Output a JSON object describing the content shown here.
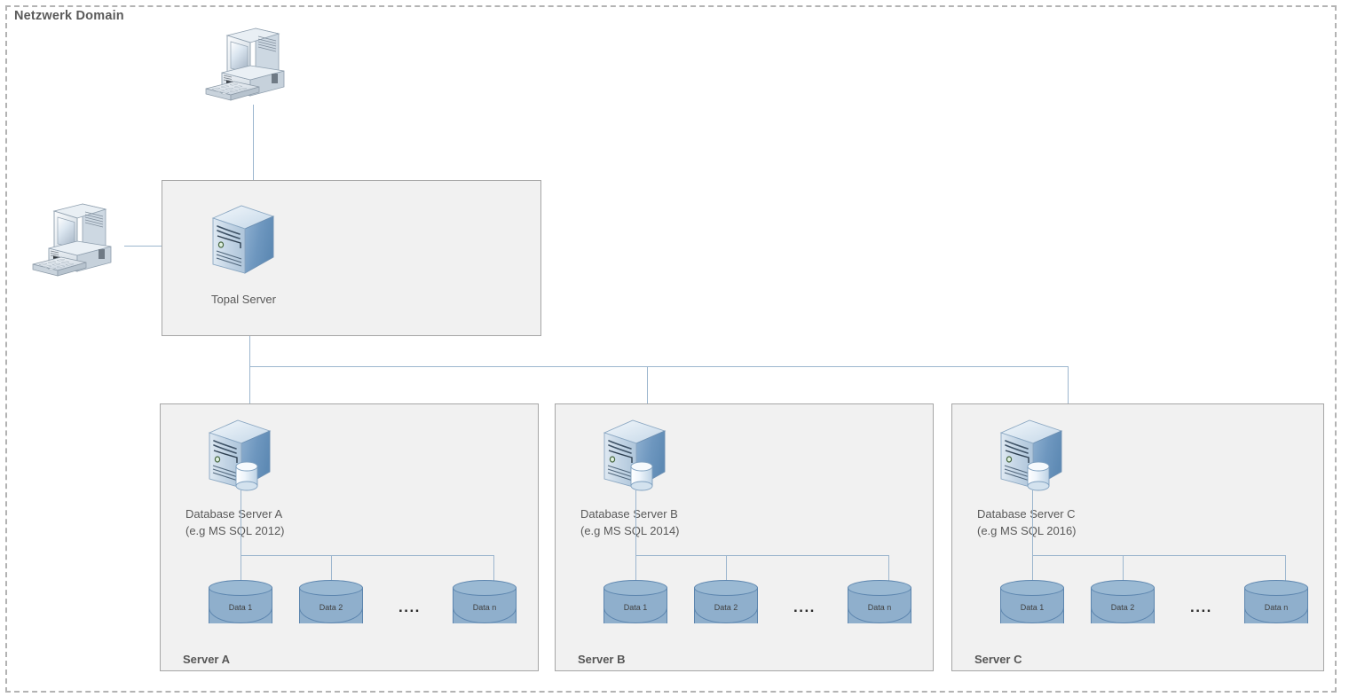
{
  "domain": {
    "title": "Netzwerk Domain"
  },
  "nodes": {
    "workstation_top": {
      "icon": "desktop-computer-icon",
      "label": ""
    },
    "workstation_left": {
      "icon": "desktop-computer-icon",
      "label": ""
    },
    "topal_server": {
      "icon": "server-tower-icon",
      "label": "Topal Server"
    }
  },
  "groups": [
    {
      "id": "topal",
      "box_label": "",
      "server": {
        "icon": "server-tower-icon",
        "label": "Topal Server"
      }
    }
  ],
  "server_groups": [
    {
      "id": "server-a",
      "box_label": "Server A",
      "db_server": {
        "icon": "database-server-icon",
        "line1": "Database Server A",
        "line2": "(e.g MS SQL 2012)"
      },
      "datastores": [
        "Data 1",
        "Data 2",
        "Data n"
      ],
      "ellipsis": "...."
    },
    {
      "id": "server-b",
      "box_label": "Server B",
      "db_server": {
        "icon": "database-server-icon",
        "line1": "Database Server B",
        "line2": "(e.g MS SQL 2014)"
      },
      "datastores": [
        "Data 1",
        "Data 2",
        "Data n"
      ],
      "ellipsis": "...."
    },
    {
      "id": "server-c",
      "box_label": "Server C",
      "db_server": {
        "icon": "database-server-icon",
        "line1": "Database Server C",
        "line2": "(e.g MS SQL 2016)"
      },
      "datastores": [
        "Data 1",
        "Data 2",
        "Data n"
      ],
      "ellipsis": "...."
    }
  ],
  "colors": {
    "boundary": "#b3b3b3",
    "group_fill": "#f1f1f1",
    "group_border": "#a6a6a6",
    "connector": "#9cb6ce",
    "cylinder_fill": "#8fafcc",
    "cylinder_border": "#5c85ae",
    "text": "#595959",
    "title_text": "#5a5a5a"
  }
}
